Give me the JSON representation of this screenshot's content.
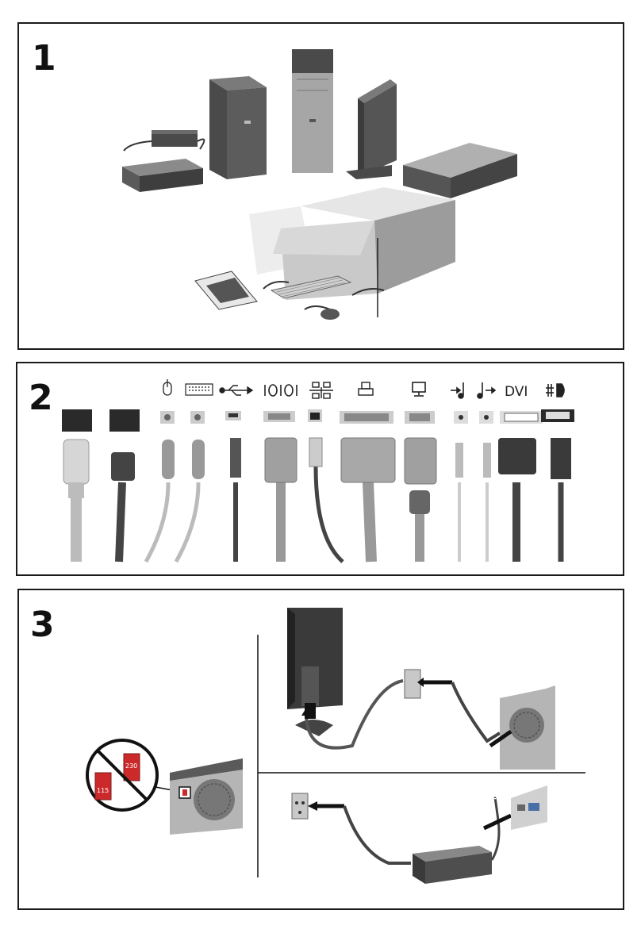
{
  "steps": [
    {
      "number": "1"
    },
    {
      "number": "2"
    },
    {
      "number": "3"
    }
  ],
  "connectors": {
    "dvi_label": "DVI"
  },
  "voltage_switch": {
    "low": "115",
    "high": "230"
  },
  "icons": [
    "mouse-icon",
    "keyboard-icon",
    "usb-icon",
    "serial-icon",
    "network-icon",
    "printer-icon",
    "monitor-icon",
    "line-in-icon",
    "line-out-icon",
    "dvi-icon",
    "displayport-icon"
  ],
  "colors": {
    "frame": "#1a1a1a",
    "cable_gray": "#9a9a9a",
    "cable_dark": "#3c3c3c",
    "warning_red": "#cc2a2a"
  }
}
